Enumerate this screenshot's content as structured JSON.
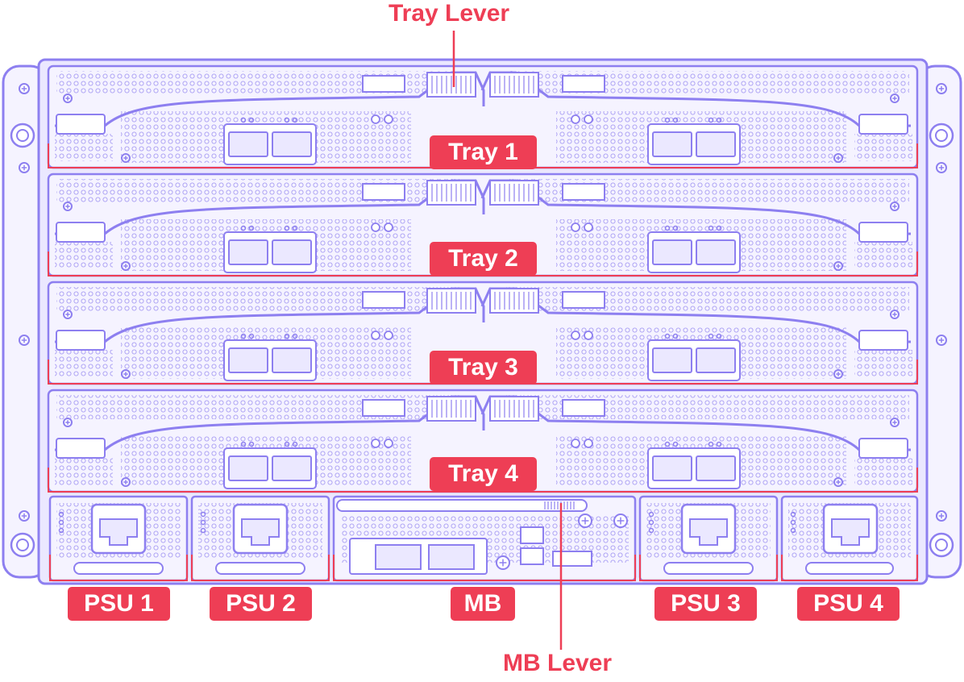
{
  "colors": {
    "outline": "#8d7ff0",
    "fill": "#ebe8ff",
    "fill_light": "#f5f3ff",
    "accent": "#ee3e55"
  },
  "callouts": {
    "tray_lever": "Tray Lever",
    "mb_lever": "MB Lever"
  },
  "trays": [
    {
      "label": "Tray 1"
    },
    {
      "label": "Tray 2"
    },
    {
      "label": "Tray 3"
    },
    {
      "label": "Tray 4"
    }
  ],
  "bottom_modules": [
    {
      "label": "PSU 1"
    },
    {
      "label": "PSU 2"
    },
    {
      "label": "MB"
    },
    {
      "label": "PSU 3"
    },
    {
      "label": "PSU 4"
    }
  ]
}
